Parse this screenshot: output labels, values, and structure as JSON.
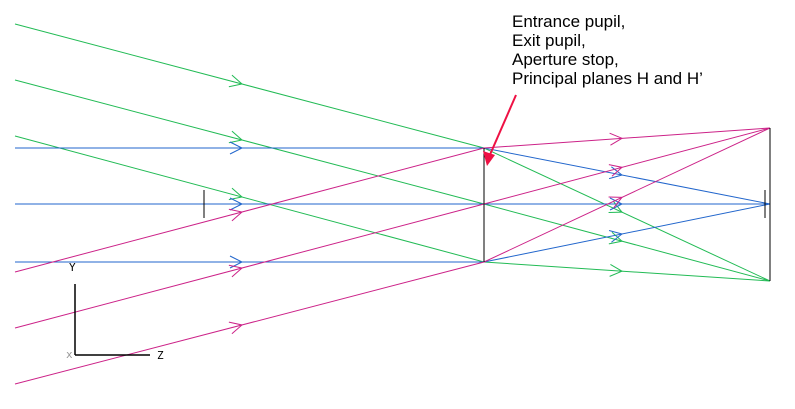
{
  "annotation": {
    "lines": [
      "Entrance pupil,",
      "Exit pupil,",
      "Aperture stop,",
      "Principal planes H and H’"
    ]
  },
  "axes": {
    "y_label": "Y",
    "z_label": "Z",
    "x_label": "x"
  },
  "colors": {
    "green_rays": "#22bb55",
    "magenta_rays": "#cc2288",
    "blue_rays": "#2266cc",
    "arrow": "#ee1144",
    "structure": "#000000"
  }
}
